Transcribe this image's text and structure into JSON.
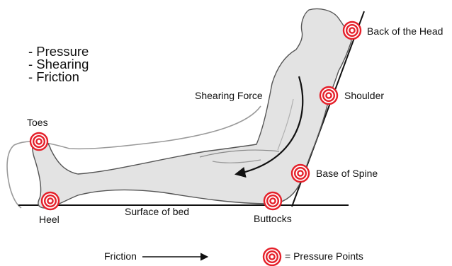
{
  "causes": [
    "- Pressure",
    "- Shearing",
    "- Friction"
  ],
  "labels": {
    "back_of_head": "Back of the Head",
    "shoulder": "Shoulder",
    "shearing_force": "Shearing Force",
    "toes": "Toes",
    "base_of_spine": "Base of Spine",
    "heel": "Heel",
    "surface_of_bed": "Surface of bed",
    "buttocks": "Buttocks"
  },
  "legend": {
    "friction": "Friction",
    "pressure_points": "= Pressure Points"
  },
  "colors": {
    "pressure_ring": "#e5202a",
    "body_fill": "#e3e3e3",
    "outline": "#555555",
    "line": "#111111"
  }
}
